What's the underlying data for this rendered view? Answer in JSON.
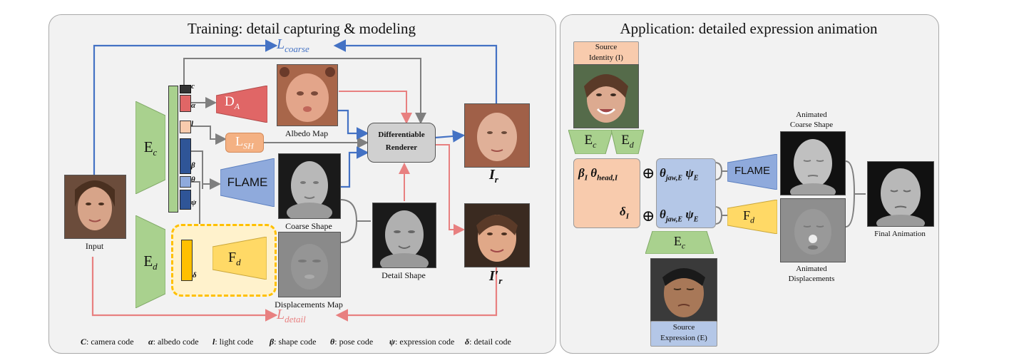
{
  "training": {
    "title": "Training: detail capturing & modeling",
    "loss_coarse": "L",
    "loss_coarse_sub": "coarse",
    "loss_detail": "L",
    "loss_detail_sub": "detail",
    "input_label": "Input",
    "encoder_c": "E",
    "encoder_c_sub": "c",
    "encoder_d": "E",
    "encoder_d_sub": "d",
    "code_letters": [
      "c",
      "α",
      "l",
      "β",
      "θ",
      "ψ"
    ],
    "detail_code_letter": "δ",
    "albedo_decoder": "D",
    "albedo_decoder_sub": "A",
    "light_block": "L",
    "light_block_sub": "SH",
    "flame_label": "FLAME",
    "detail_decoder": "F",
    "detail_decoder_sub": "d",
    "albedo_map_label": "Albedo Map",
    "coarse_shape_label": "Coarse Shape",
    "displacements_label": "Displacements Map",
    "renderer_line1": "Differentiable",
    "renderer_line2": "Renderer",
    "detail_shape_label": "Detail Shape",
    "ir_label": "I",
    "ir_sub": "r",
    "ir_prime_label": "I′",
    "ir_prime_sub": "r"
  },
  "legend": [
    {
      "sym": "C",
      "text": ": camera code"
    },
    {
      "sym": "α",
      "text": ": albedo code"
    },
    {
      "sym": "l",
      "text": ": light code"
    },
    {
      "sym": "β",
      "text": ": shape code"
    },
    {
      "sym": "θ",
      "text": ": pose code"
    },
    {
      "sym": "ψ",
      "text": ": expression code"
    },
    {
      "sym": "δ",
      "text": ": detail code"
    }
  ],
  "application": {
    "title": "Application: detailed expression animation",
    "source_identity_line1": "Source",
    "source_identity_line2": "Identity (I)",
    "ec_label": "E",
    "ec_sub": "c",
    "ed_label": "E",
    "ed_sub": "d",
    "beta_theta": "β",
    "beta_sub": "I",
    "theta_head": "θ",
    "theta_head_sub": "head,I",
    "delta": "δ",
    "delta_sub": "I",
    "oplus": "⊕",
    "jaw_psi": "θ",
    "jaw_sub": "jaw,E",
    "psi": "ψ",
    "psi_sub": "E",
    "flame_label": "FLAME",
    "fd_label": "F",
    "fd_sub": "d",
    "ec_bottom": "E",
    "ec_bottom_sub": "c",
    "animated_coarse_line1": "Animated",
    "animated_coarse_line2": "Coarse Shape",
    "animated_disp_line1": "Animated",
    "animated_disp_line2": "Displacements",
    "final_label": "Final Animation",
    "source_expr_line1": "Source",
    "source_expr_line2": "Expression (E)"
  },
  "colors": {
    "blue_arrow": "#4472c4",
    "red_arrow": "#e88080",
    "gray_arrow": "#7f7f7f",
    "green": "#a9d18e",
    "red_block": "#e06666",
    "orange": "#f4b183",
    "blue_block": "#8faadc",
    "yellow": "#ffd966"
  }
}
